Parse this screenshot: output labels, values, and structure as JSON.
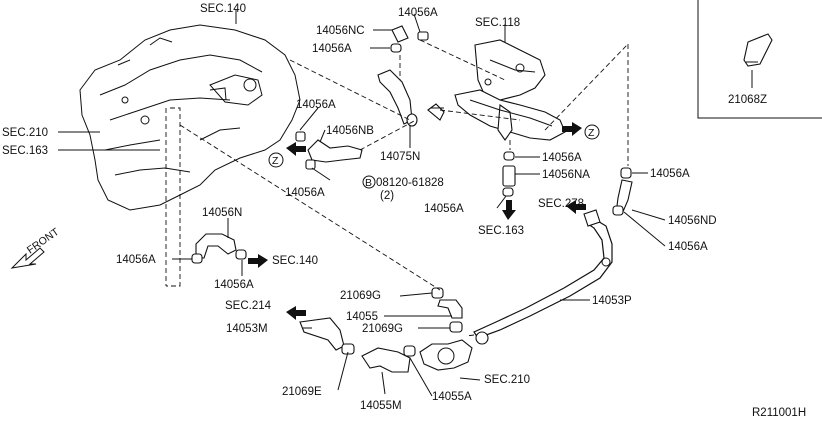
{
  "labels": {
    "sec140_top": "SEC.140",
    "p14056a_top": "14056A",
    "sec118": "SEC.118",
    "p14056nc": "14056NC",
    "p14056a_left_top": "14056A",
    "p14056a_mid": "14056A",
    "p14056nb": "14056NB",
    "sec210_left": "SEC.210",
    "sec163_left": "SEC.163",
    "p14075n": "14075N",
    "p14056a_engine": "14056A",
    "z_left": "Z",
    "z_right": "Z",
    "p14056a_r1": "14056A",
    "p14056na": "14056NA",
    "bolt": "08120-61828",
    "bolt_qty": "(2)",
    "bolt_marker": "B",
    "p14056a_r2": "14056A",
    "sec163_bottom": "SEC.163",
    "p14056a_far_right": "14056A",
    "sec278": "SEC.278",
    "p14056nd": "14056ND",
    "p14056a_far_right2": "14056A",
    "p14056n": "14056N",
    "p14056a_left_bottom": "14056A",
    "p14056a_low": "14056A",
    "sec140_bottom": "SEC.140",
    "front": "FRONT",
    "p21069g_1": "21069G",
    "p14055": "14055",
    "p21069g_2": "21069G",
    "p14053p": "14053P",
    "sec214": "SEC.214",
    "p14053m": "14053M",
    "sec210_bottom": "SEC.210",
    "p21069e": "21069E",
    "p14055m": "14055M",
    "p14055a": "14055A",
    "inset_part": "21068Z",
    "diagram_id": "R211001H"
  }
}
